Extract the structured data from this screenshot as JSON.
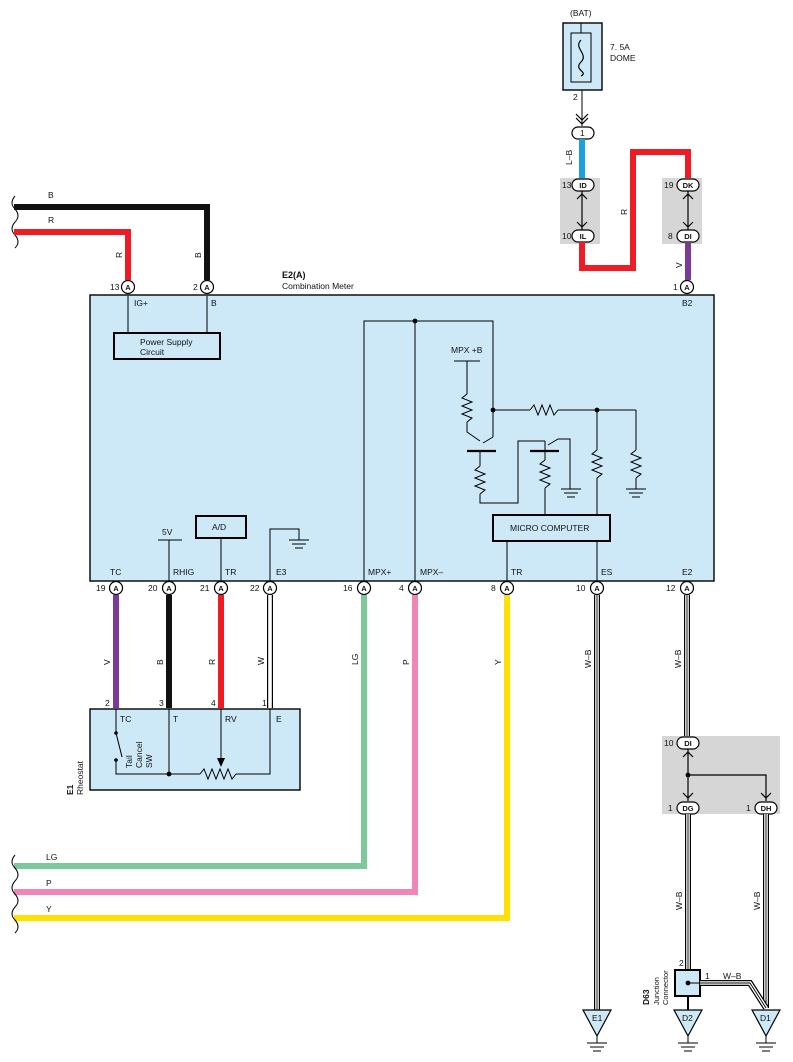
{
  "colors": {
    "box_fill": "#cde9f7",
    "jc_fill": "#d6d6d6",
    "black": "#111111",
    "red": "#ee1c25",
    "blue": "#1ba0e0",
    "purple": "#7b3a96",
    "green": "#7dc99c",
    "pink": "#ef86b7",
    "yellow": "#ffe000"
  },
  "fuse": {
    "source": "(BAT)",
    "rating": "7. 5A",
    "name": "DOME",
    "pin": "2"
  },
  "meter": {
    "id": "E2(A)",
    "name": "Combination Meter",
    "power_supply": "Power Supply Circuit",
    "ad": "A/D",
    "micro": "MICRO COMPUTER",
    "mpxb": "MPX +B",
    "fivev": "5V",
    "b2_label": "B2",
    "top_pins": [
      {
        "num": "13",
        "code": "A",
        "label": "IG+"
      },
      {
        "num": "2",
        "code": "A",
        "label": "B"
      },
      {
        "num": "1",
        "code": "A",
        "label": ""
      }
    ],
    "bottom_pins": [
      {
        "num": "19",
        "code": "A",
        "label": "TC",
        "wire": "V"
      },
      {
        "num": "20",
        "code": "A",
        "label": "RHIG",
        "wire": "B"
      },
      {
        "num": "21",
        "code": "A",
        "label": "TR",
        "wire": "R"
      },
      {
        "num": "22",
        "code": "A",
        "label": "E3",
        "wire": "W"
      },
      {
        "num": "16",
        "code": "A",
        "label": "MPX+",
        "wire": "LG"
      },
      {
        "num": "4",
        "code": "A",
        "label": "MPX–",
        "wire": "P"
      },
      {
        "num": "8",
        "code": "A",
        "label": "TR",
        "wire": "Y"
      },
      {
        "num": "10",
        "code": "A",
        "label": "ES",
        "wire": "W–B"
      },
      {
        "num": "12",
        "code": "A",
        "label": "E2",
        "wire": "W–B"
      }
    ]
  },
  "left_wires": {
    "top": [
      {
        "label": "B"
      },
      {
        "label": "R"
      }
    ],
    "bottom": [
      {
        "label": "LG"
      },
      {
        "label": "P"
      },
      {
        "label": "Y"
      }
    ],
    "top_vertical": [
      "R",
      "B"
    ]
  },
  "junctions": {
    "one": "1",
    "lb": "L–B",
    "r": "R",
    "v": "V",
    "left_top": {
      "num": "13",
      "code": "ID"
    },
    "left_bot": {
      "num": "10",
      "code": "IL"
    },
    "right_top": {
      "num": "19",
      "code": "DK"
    },
    "right_bot": {
      "num": "8",
      "code": "DI"
    },
    "lower_top": {
      "num": "10",
      "code": "DI"
    },
    "lower_left": {
      "num": "1",
      "code": "DG"
    },
    "lower_right": {
      "num": "1",
      "code": "DH"
    }
  },
  "rheostat": {
    "id": "E1",
    "name": "Rheostat",
    "pins": [
      "2",
      "3",
      "4",
      "1"
    ],
    "labels": [
      "TC",
      "T",
      "RV",
      "E"
    ],
    "switch_label": "Tail Cancel SW"
  },
  "junction_connector": {
    "id": "D63",
    "name": "Junction Connector",
    "pin2": "2",
    "pin1": "1",
    "wire": "W–B"
  },
  "grounds": [
    "E1",
    "D2",
    "D1"
  ],
  "right_wires": [
    "W–B",
    "W–B",
    "W–B"
  ]
}
